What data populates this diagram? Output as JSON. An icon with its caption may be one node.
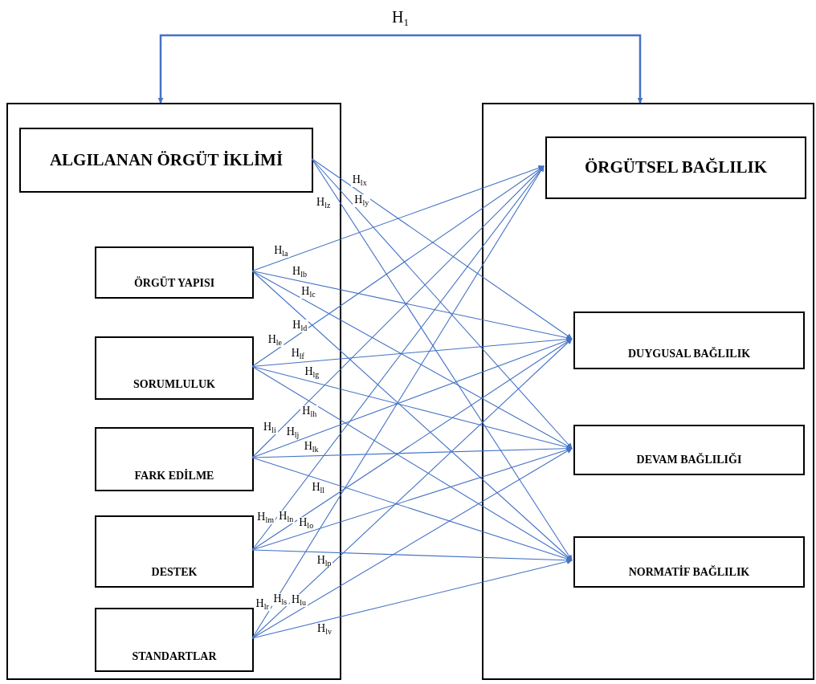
{
  "diagram": {
    "nodes": [
      {
        "text": [],
        "shape": "box"
      },
      {
        "text": [
          "ALGILANAN ÖRGÜT İKLİMİ"
        ],
        "in": 0
      },
      {
        "text": [
          "ÖRGÜT YAPISI"
        ],
        "in": 0
      },
      {
        "text": [
          "SORUMLULUK"
        ],
        "in": 0
      },
      {
        "text": [
          "FARK EDİLME"
        ],
        "in": 0
      },
      {
        "text": [
          "DESTEK"
        ],
        "in": 0
      },
      {
        "text": [
          "STANDARTLAR"
        ],
        "in": 0
      },
      {
        "text": [],
        "shape": "box"
      },
      {
        "text": [
          "ÖRGÜTSEL BAĞLILIK"
        ],
        "in": 7
      },
      {
        "text": [
          "DUYGUSAL BAĞLILIK"
        ],
        "in": 7
      },
      {
        "text": [
          "DEVAM BAĞLILIĞI"
        ],
        "in": 7
      },
      {
        "text": [
          "NORMATİF BAĞLILIK"
        ],
        "in": 7
      }
    ],
    "edges": [
      {
        "from": 0,
        "to": 7,
        "arrow": "both",
        "label": "H$_{1}$"
      },
      {
        "from": 1,
        "to": 9,
        "arrow": "to",
        "label": "H$_{lx}$"
      },
      {
        "from": 1,
        "to": 10,
        "arrow": "to",
        "label": "H$_{ly}$"
      },
      {
        "from": 1,
        "to": 11,
        "arrow": "to",
        "label": "H$_{lz}$"
      },
      {
        "from": 2,
        "to": 8,
        "arrow": "to",
        "label": "H$_{la}$"
      },
      {
        "from": 2,
        "to": 9,
        "arrow": "to",
        "label": "H$_{lb}$"
      },
      {
        "from": 2,
        "to": 10,
        "arrow": "to",
        "label": "H$_{lc}$"
      },
      {
        "from": 2,
        "to": 11,
        "arrow": "to",
        "label": "H$_{ld}$"
      },
      {
        "from": 3,
        "to": 8,
        "arrow": "to",
        "label": "H$_{le}$"
      },
      {
        "from": 3,
        "to": 9,
        "arrow": "to",
        "label": "H$_{lf}$"
      },
      {
        "from": 3,
        "to": 10,
        "arrow": "to",
        "label": "H$_{lg}$"
      },
      {
        "from": 3,
        "to": 11,
        "arrow": "to",
        "label": "H$_{lh}$"
      },
      {
        "from": 4,
        "to": 8,
        "arrow": "to",
        "label": "H$_{li}$"
      },
      {
        "from": 4,
        "to": 9,
        "arrow": "to",
        "label": "H$_{lj}$"
      },
      {
        "from": 4,
        "to": 10,
        "arrow": "to",
        "label": "H$_{lk}$"
      },
      {
        "from": 4,
        "to": 11,
        "arrow": "to",
        "label": "H$_{ll}$"
      },
      {
        "from": 5,
        "to": 8,
        "arrow": "to",
        "label": "H$_{lm}$"
      },
      {
        "from": 5,
        "to": 9,
        "arrow": "to",
        "label": "H$_{ln}$"
      },
      {
        "from": 5,
        "to": 10,
        "arrow": "to",
        "label": "H$_{lo}$"
      },
      {
        "from": 5,
        "to": 11,
        "arrow": "to",
        "label": "H$_{lp}$"
      },
      {
        "from": 6,
        "to": 8,
        "arrow": "to",
        "label": "H$_{lr}$"
      },
      {
        "from": 6,
        "to": 9,
        "arrow": "to",
        "label": "H$_{ls}$"
      },
      {
        "from": 6,
        "to": 10,
        "arrow": "to",
        "label": "H$_{lu}$"
      },
      {
        "from": 6,
        "to": 11,
        "arrow": "to",
        "label": "H$_{lv}$"
      }
    ]
  }
}
